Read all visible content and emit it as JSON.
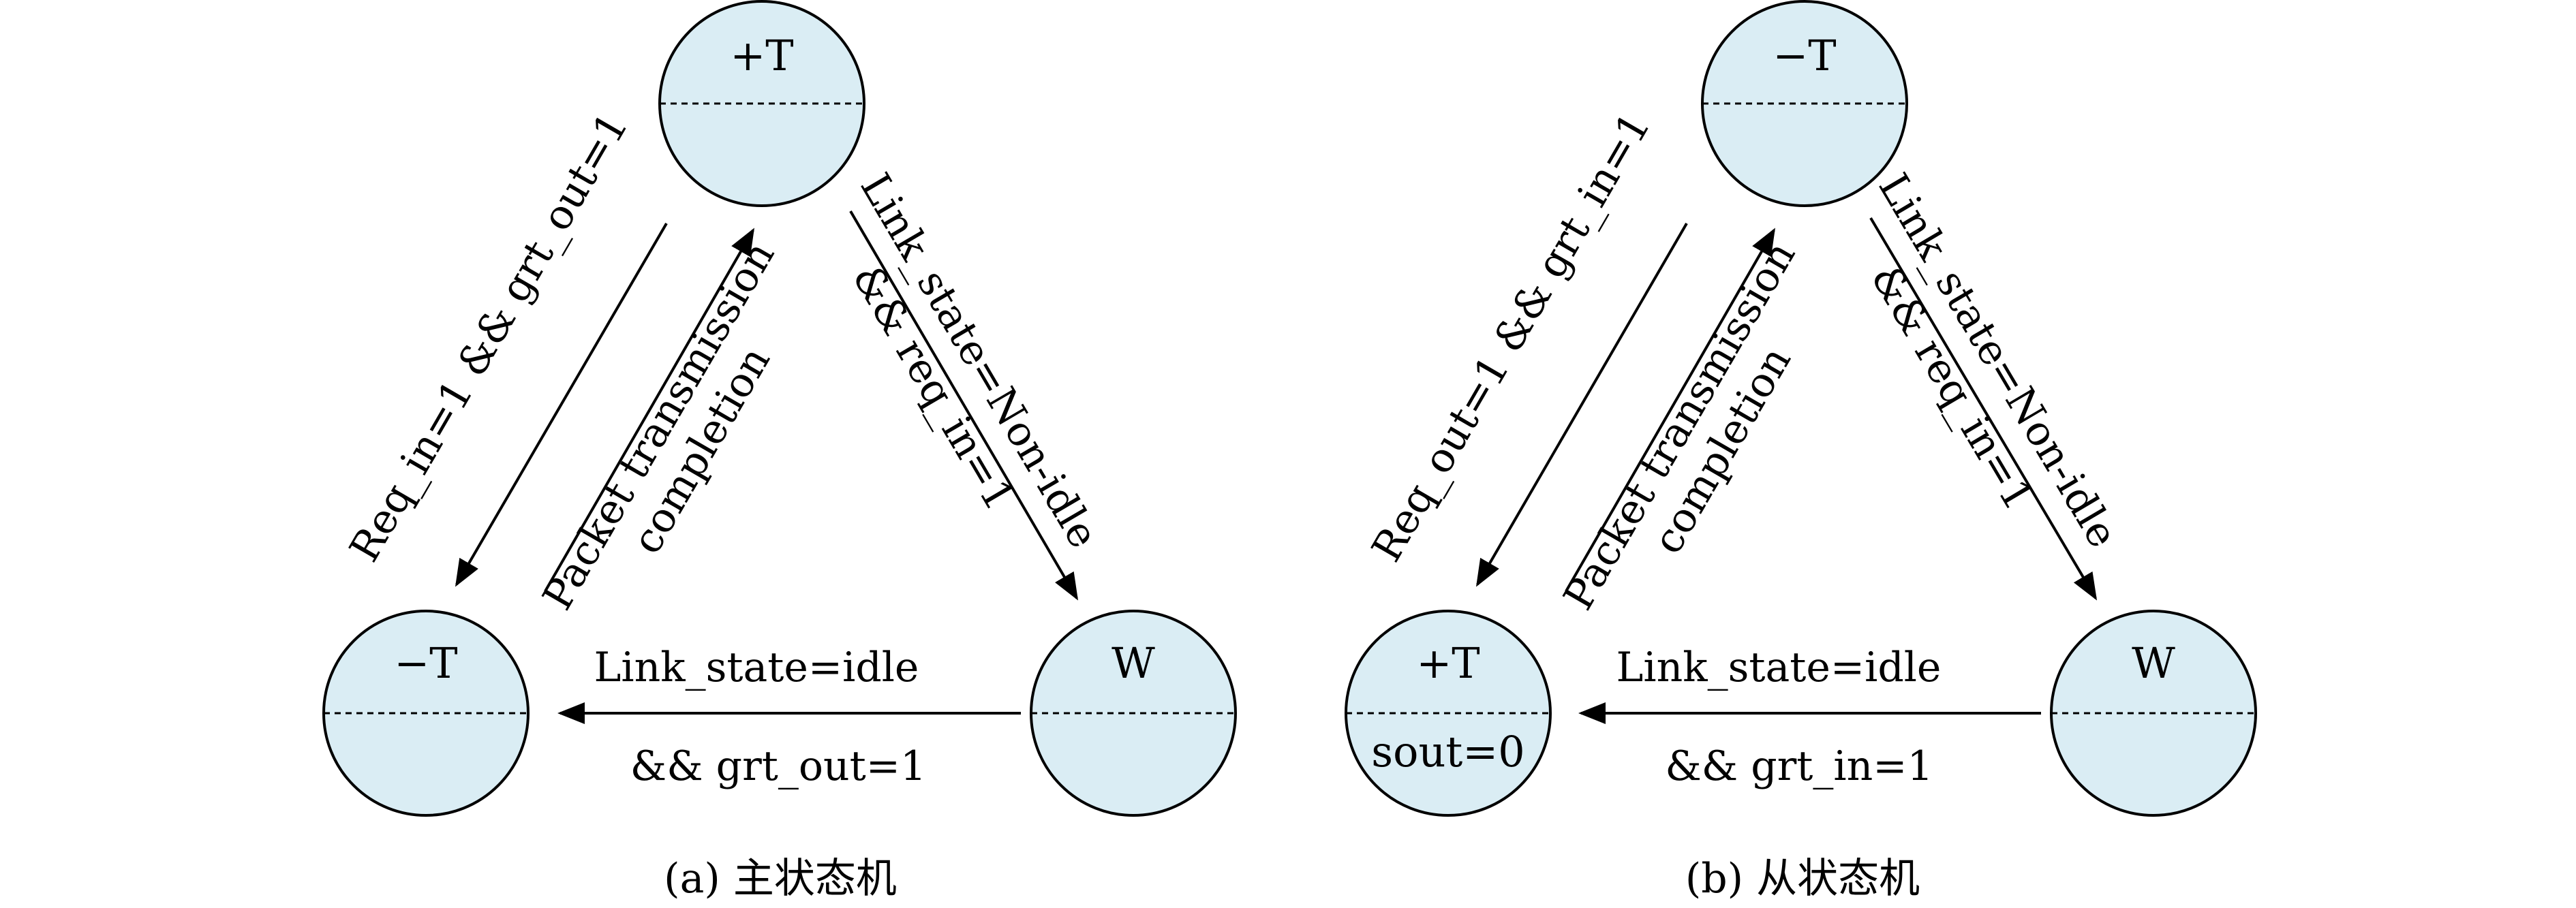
{
  "colors": {
    "node_fill": "#daedf4",
    "stroke": "#000000"
  },
  "diagrams": [
    {
      "caption": "(a) 主状态机",
      "nodes": {
        "top": {
          "top_label": "+T",
          "bottom_label": ""
        },
        "left": {
          "top_label": "−T",
          "bottom_label": ""
        },
        "right": {
          "top_label": "W",
          "bottom_label": ""
        }
      },
      "transitions": {
        "top_to_left": "Req_in=1 && grt_out=1",
        "left_to_top": [
          "Packet transmission",
          "completion"
        ],
        "top_to_right": [
          "Link_state=Non-idle",
          "&& req_in=1"
        ],
        "right_to_left": [
          "Link_state=idle",
          "&& grt_out=1"
        ]
      }
    },
    {
      "caption": "(b) 从状态机",
      "nodes": {
        "top": {
          "top_label": "−T",
          "bottom_label": ""
        },
        "left": {
          "top_label": "+T",
          "bottom_label": "sout=0"
        },
        "right": {
          "top_label": "W",
          "bottom_label": ""
        }
      },
      "transitions": {
        "top_to_left": "Req_out=1 && grt_in=1",
        "left_to_top": [
          "Packet transmission",
          "completion"
        ],
        "top_to_right": [
          "Link_state=Non-idle",
          "&& req_in=1"
        ],
        "right_to_left": [
          "Link_state=idle",
          "&& grt_in=1"
        ]
      }
    }
  ]
}
